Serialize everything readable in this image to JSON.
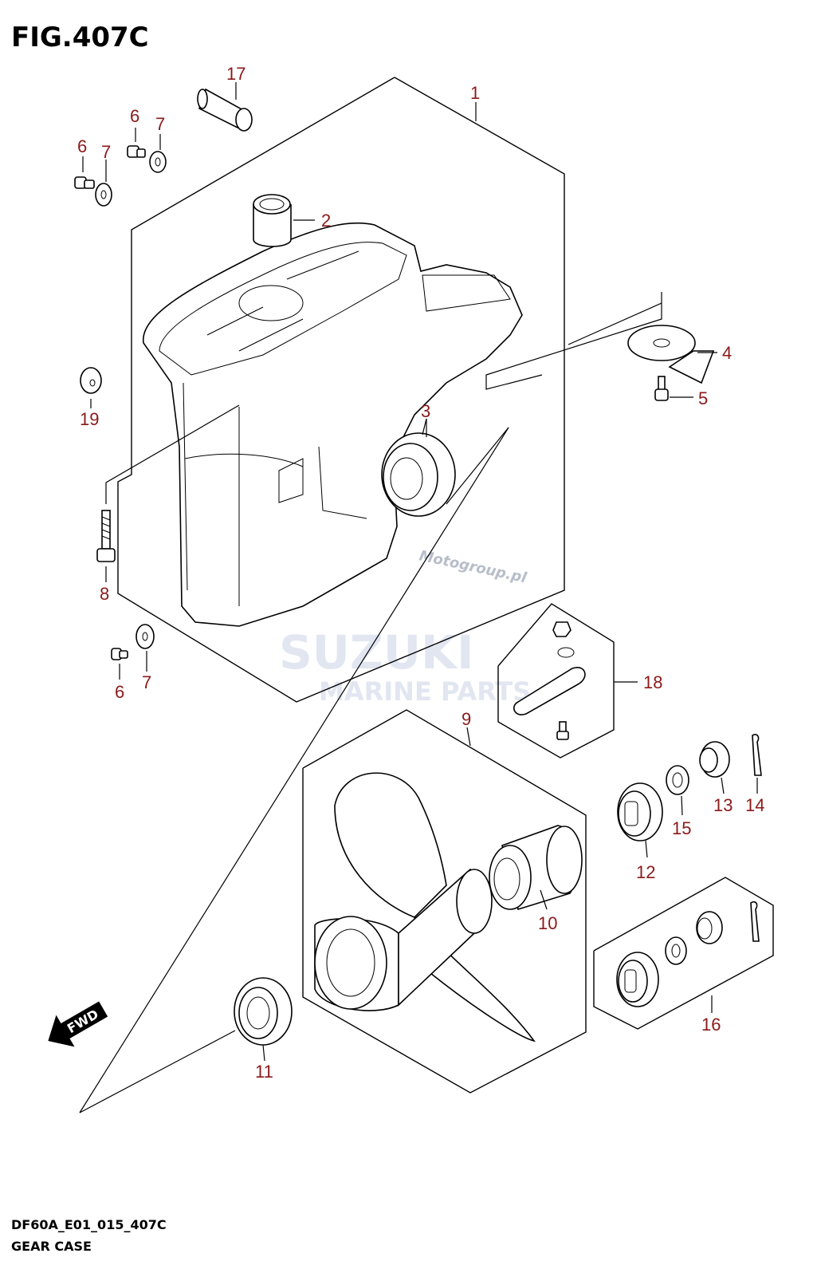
{
  "figure": {
    "title": "FIG.407C",
    "code": "DF60A_E01_015_407C",
    "name": "GEAR CASE"
  },
  "watermarks": {
    "brand": "SUZUKI",
    "sub": "MARINE PARTS",
    "site": "Motogroup.pl"
  },
  "fwd_label": "FWD",
  "callouts": {
    "c1": "1",
    "c2": "2",
    "c3": "3",
    "c4": "4",
    "c5": "5",
    "c6a": "6",
    "c6b": "6",
    "c6c": "6",
    "c7a": "7",
    "c7b": "7",
    "c7c": "7",
    "c8": "8",
    "c9": "9",
    "c10": "10",
    "c11": "11",
    "c12": "12",
    "c13": "13",
    "c14": "14",
    "c15": "15",
    "c16": "16",
    "c17": "17",
    "c18": "18",
    "c19": "19"
  },
  "colors": {
    "callout": "#8b1a1a",
    "line": "#000000",
    "watermark": "#c9d2e6"
  }
}
